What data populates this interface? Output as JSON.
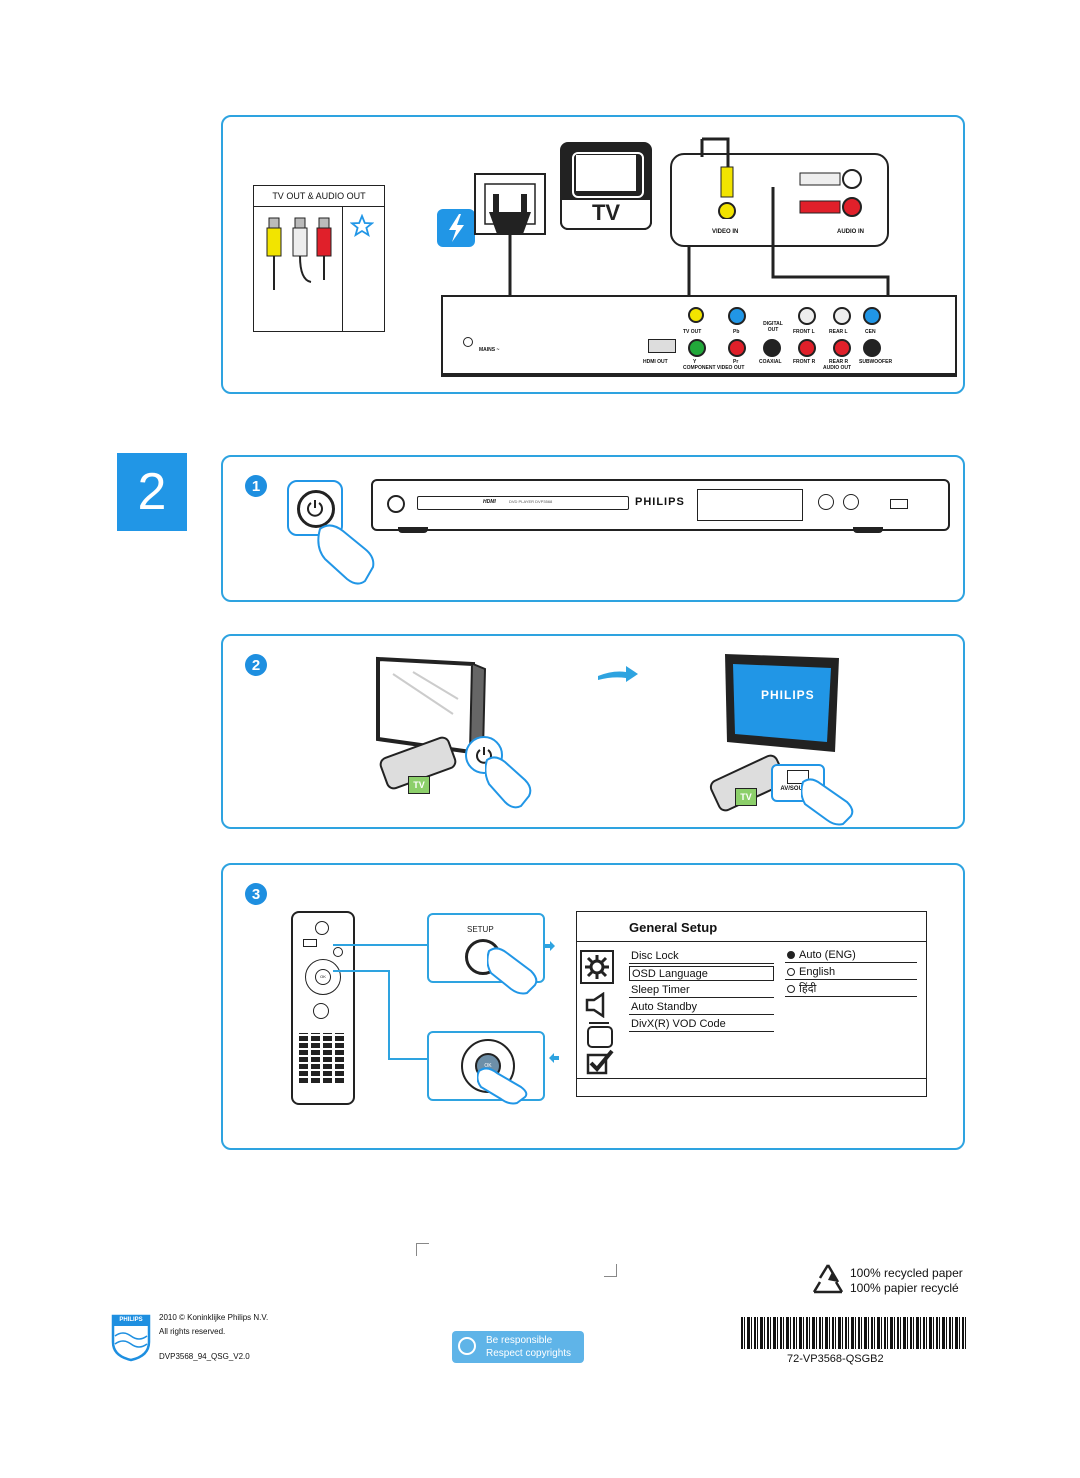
{
  "connection_panel": {
    "tv_out_label": "TV OUT & AUDIO OUT",
    "tv_label": "TV",
    "video_in": "VIDEO IN",
    "audio_in": "AUDIO IN",
    "mains": "MAINS",
    "jacks": {
      "tv_out": "TV OUT",
      "pb": "Pb",
      "digital_out": "DIGITAL OUT",
      "front_l": "FRONT L",
      "rear_l": "REAR L",
      "cen": "CEN",
      "hdmi_out": "HDMI OUT",
      "y": "Y",
      "pr": "Pr",
      "component_video_out": "COMPONENT VIDEO OUT",
      "coaxial": "COAXIAL",
      "front_r": "FRONT R",
      "rear_r": "REAR R",
      "audio_out": "AUDIO OUT",
      "subwoofer": "SUBWOOFER"
    }
  },
  "step": {
    "number": "2",
    "sub1": "1",
    "sub2": "2",
    "sub3": "3"
  },
  "player": {
    "brand": "PHILIPS",
    "hdmi": "HDMI",
    "model_text": "DVD PLAYER DVP3568"
  },
  "tv_screen_brand": "PHILIPS",
  "tv_badge": "TV",
  "av_source": "AV/SOURCE",
  "remote": {
    "ok": "OK",
    "setup": "SETUP"
  },
  "menu": {
    "title": "General Setup",
    "items": [
      "Disc Lock",
      "OSD Language",
      "Sleep Timer",
      "Auto Standby",
      "DivX(R) VOD Code"
    ],
    "options": [
      "Auto (ENG)",
      "English",
      "हिंदी"
    ]
  },
  "footer": {
    "copyright": "2010 © Koninklijke Philips N.V.",
    "rights": "All rights reserved.",
    "doc_id": "DVP3568_94_QSG_V2.0",
    "philips": "PHILIPS",
    "be_responsible": "Be responsible",
    "respect": "Respect copyrights",
    "recycled_en": "100% recycled paper",
    "recycled_fr": "100% papier recyclé",
    "barcode_text": "72-VP3568-QSGB2"
  },
  "colors": {
    "accent": "#2ea3e0",
    "step_blue": "#2196e6",
    "yellow": "#f2e400",
    "red": "#e0202a",
    "green": "#22a83a"
  }
}
